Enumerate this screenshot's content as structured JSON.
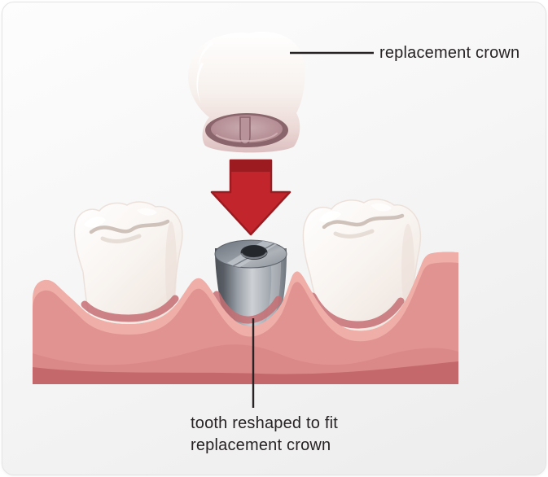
{
  "figure": {
    "labels": {
      "crown": "replacement crown",
      "reshaped_line1": "tooth reshaped to fit",
      "reshaped_line2": "replacement crown"
    },
    "colors": {
      "text": "#272324",
      "leader_line": "#272324",
      "arrow_red": "#c2262c",
      "arrow_dark_red": "#9c1b20",
      "gum_main": "#e19392",
      "gum_highlight": "#f0aea8",
      "gum_shadow": "#d5817f",
      "gum_base_band": "#c5686c",
      "gum_crescent": "#c66f74",
      "tooth_outline": "#ece1da",
      "fissure": "#cfc2bb",
      "crown_rim": "#8a656b",
      "crown_inner_face": "#c09ba1",
      "crown_slot": "#b8949a",
      "metal_hole": "#2e3237",
      "card_bg_start": "#fdfdfd",
      "card_bg_end": "#ececec"
    }
  }
}
